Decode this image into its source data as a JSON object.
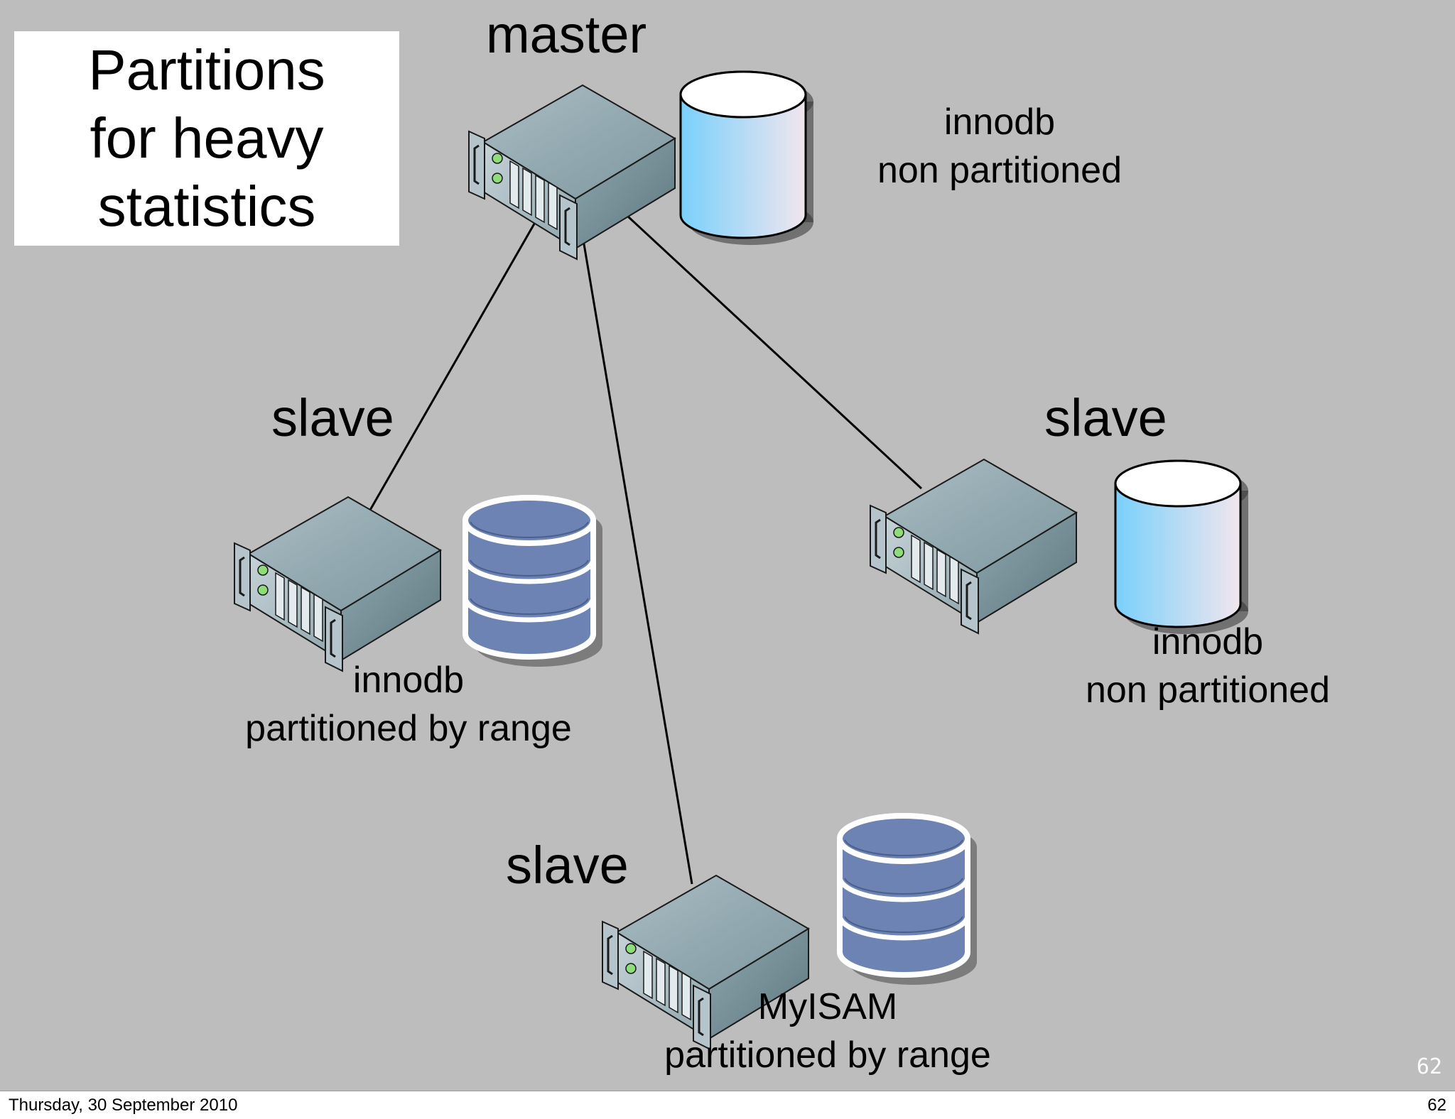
{
  "slide": {
    "title": "Partitions\nfor heavy\nstatistics",
    "page_number": "62",
    "background": "#bebdbe"
  },
  "nodes": {
    "master": {
      "role": "master",
      "engine": "innodb",
      "layout": "non partitioned",
      "db_icon": "cylinder-light-blue-icon"
    },
    "slave_left": {
      "role": "slave",
      "engine": "innodb",
      "layout": "partitioned by range",
      "db_icon": "stacked-disk-database-icon"
    },
    "slave_right": {
      "role": "slave",
      "engine": "innodb",
      "layout": "non partitioned",
      "db_icon": "cylinder-light-blue-icon"
    },
    "slave_bottom": {
      "role": "slave",
      "engine": "MyISAM",
      "layout": "partitioned by range",
      "db_icon": "stacked-disk-database-icon"
    }
  },
  "connections": [
    {
      "from": "master",
      "to": "slave_left"
    },
    {
      "from": "master",
      "to": "slave_bottom"
    },
    {
      "from": "master",
      "to": "slave_right"
    }
  ],
  "footer": {
    "date": "Thursday, 30 September 2010",
    "page": "62"
  },
  "colors": {
    "plain_db_gradient": [
      "#79d0fb",
      "#f2e6ee"
    ],
    "partitioned_db_fill": "#6c83b4",
    "server_body": "#6f8a94"
  }
}
